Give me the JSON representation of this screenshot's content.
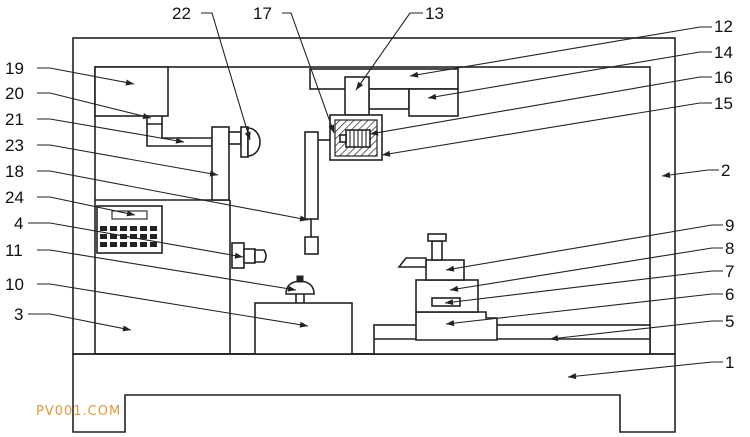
{
  "figure": {
    "callouts": [
      {
        "id": "c22",
        "label": "22"
      },
      {
        "id": "c17",
        "label": "17"
      },
      {
        "id": "c13",
        "label": "13"
      },
      {
        "id": "c12",
        "label": "12"
      },
      {
        "id": "c14",
        "label": "14"
      },
      {
        "id": "c16",
        "label": "16"
      },
      {
        "id": "c15",
        "label": "15"
      },
      {
        "id": "c19",
        "label": "19"
      },
      {
        "id": "c20",
        "label": "20"
      },
      {
        "id": "c21",
        "label": "21"
      },
      {
        "id": "c23",
        "label": "23"
      },
      {
        "id": "c18",
        "label": "18"
      },
      {
        "id": "c24",
        "label": "24"
      },
      {
        "id": "c4",
        "label": "4"
      },
      {
        "id": "c11",
        "label": "11"
      },
      {
        "id": "c10",
        "label": "10"
      },
      {
        "id": "c3",
        "label": "3"
      },
      {
        "id": "c2",
        "label": "2"
      },
      {
        "id": "c9",
        "label": "9"
      },
      {
        "id": "c8",
        "label": "8"
      },
      {
        "id": "c7",
        "label": "7"
      },
      {
        "id": "c6",
        "label": "6"
      },
      {
        "id": "c5",
        "label": "5"
      },
      {
        "id": "c1",
        "label": "1"
      }
    ],
    "watermark": "PV001.COM"
  }
}
